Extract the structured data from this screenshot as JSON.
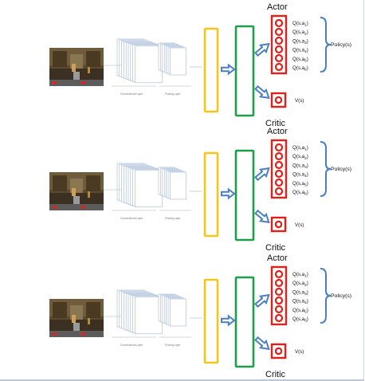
{
  "panels": [
    {
      "actor_label": "Actor",
      "critic_label": "Critic",
      "q_labels": [
        "Q(s,a1)",
        "Q(s,a2)",
        "Q(s,a3)",
        "Q(s,a4)",
        "Q(s,a5)",
        "Q(s,a6)"
      ],
      "policy_label": "Policy(s)",
      "value_label": "V(s)",
      "conv_caption": "Convolutional Layer",
      "pool_caption": "Pooling Layer"
    },
    {
      "actor_label": "Actor",
      "critic_label": "Critic",
      "q_labels": [
        "Q(s,a1)",
        "Q(s,a2)",
        "Q(s,a3)",
        "Q(s,a4)",
        "Q(s,a5)",
        "Q(s,a6)"
      ],
      "policy_label": "Policy(s)",
      "value_label": "V(s)",
      "conv_caption": "Convolutional Layer",
      "pool_caption": "Pooling Layer"
    },
    {
      "actor_label": "Actor",
      "critic_label": "Critic",
      "q_labels": [
        "Q(s,a1)",
        "Q(s,a2)",
        "Q(s,a3)",
        "Q(s,a4)",
        "Q(s,a5)",
        "Q(s,a6)"
      ],
      "policy_label": "Policy(s)",
      "value_label": "V(s)",
      "conv_caption": "Convolutional Layer",
      "pool_caption": "Pooling Layer"
    }
  ],
  "colors": {
    "dense_layer_1": "#f5c518",
    "dense_layer_2": "#1e9e4a",
    "output_box": "#e0201a",
    "arrow": "#4a7fc1",
    "brace": "#4a7fc1",
    "conv_lines": "#9fb6d6"
  },
  "icons": [
    "game-frame-image",
    "arrow-right-icon",
    "arrow-up-right-icon",
    "arrow-down-right-icon",
    "curly-brace-icon"
  ]
}
